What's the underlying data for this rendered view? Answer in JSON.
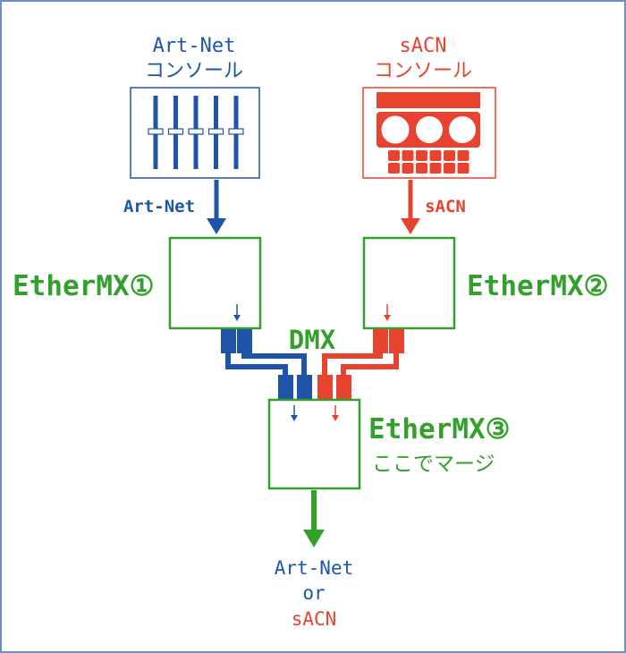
{
  "colors": {
    "blue": "#1f55a8",
    "red": "#e8432e",
    "green": "#33a02c",
    "frame": "#6c8fc7",
    "background": "#ffffff"
  },
  "artnet_console": {
    "line1": "Art-Net",
    "line2": "コンソール",
    "arrow_label": "Art-Net",
    "icon": "fader-console-icon"
  },
  "sacn_console": {
    "line1": "sACN",
    "line2": "コンソール",
    "arrow_label": "sACN",
    "icon": "button-console-icon"
  },
  "ethermx1": {
    "label": "EtherMX①"
  },
  "ethermx2": {
    "label": "EtherMX②"
  },
  "ethermx3": {
    "label": "EtherMX③",
    "sublabel": "ここでマージ"
  },
  "dmx_label": "DMX",
  "output": {
    "line1": "Art-Net",
    "line2": "or",
    "line3": "sACN"
  }
}
